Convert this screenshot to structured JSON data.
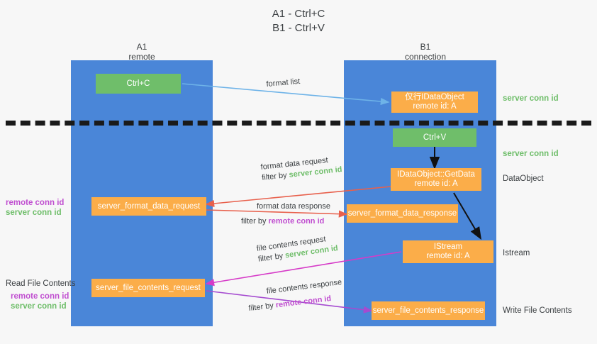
{
  "title": {
    "line1": "A1 - Ctrl+C",
    "line2": "B1 - Ctrl+V"
  },
  "columns": [
    {
      "name": "A1",
      "sub": "remote"
    },
    {
      "name": "B1",
      "sub": "connection"
    }
  ],
  "boxes": {
    "ctrl_c": "Ctrl+C",
    "ctrl_v": "Ctrl+V",
    "idataobject_line1": "仅行IDataObject",
    "idataobject_line2": "remote id: A",
    "getdata_line1": "IDataObject::GetData",
    "getdata_line2": "remote id: A",
    "istream_line1": "IStream",
    "istream_line2": "remote id: A",
    "server_format_data_request": "server_format_data_request",
    "server_format_data_response": "server_format_data_response",
    "server_file_contents_request": "server_file_contents_request",
    "server_file_contents_response": "server_file_contents_response"
  },
  "right_labels": {
    "server_conn_id_1": "server conn id",
    "server_conn_id_2": "server conn id",
    "dataobject": "DataObject",
    "istream": "Istream",
    "write_file_contents": "Write File Contents"
  },
  "left_labels": {
    "remote_conn_id_1": "remote conn id",
    "server_conn_id_1": "server conn id",
    "read_file_contents": "Read File Contents",
    "remote_conn_id_2": "remote conn id",
    "server_conn_id_2": "server conn id"
  },
  "arrow_labels": {
    "format_list": "format list",
    "format_data_request": "format data request",
    "format_data_request_filter_prefix": "filter by ",
    "format_data_request_filter_value": "server conn id",
    "format_data_response": "format data response",
    "format_data_response_filter_prefix": "filter by ",
    "format_data_response_filter_value": "remote conn id",
    "file_contents_request": "file contents request",
    "file_contents_request_filter_prefix": "filter by ",
    "file_contents_request_filter_value": "server conn id",
    "file_contents_response": "file contents response",
    "file_contents_response_filter_prefix": "filter by ",
    "file_contents_response_filter_value": "remote conn id"
  },
  "colors": {
    "lane": "#4a86d8",
    "green_box": "#6fbe6a",
    "orange_box": "#fbad49",
    "green_text": "#6fbe6a",
    "purple_text": "#c04fd0",
    "arrow_blue": "#6eb3e8",
    "arrow_red": "#e8604c",
    "arrow_magenta": "#d63bc8",
    "arrow_purple": "#a54bd0",
    "arrow_black": "#111111",
    "background": "#f7f7f7"
  }
}
